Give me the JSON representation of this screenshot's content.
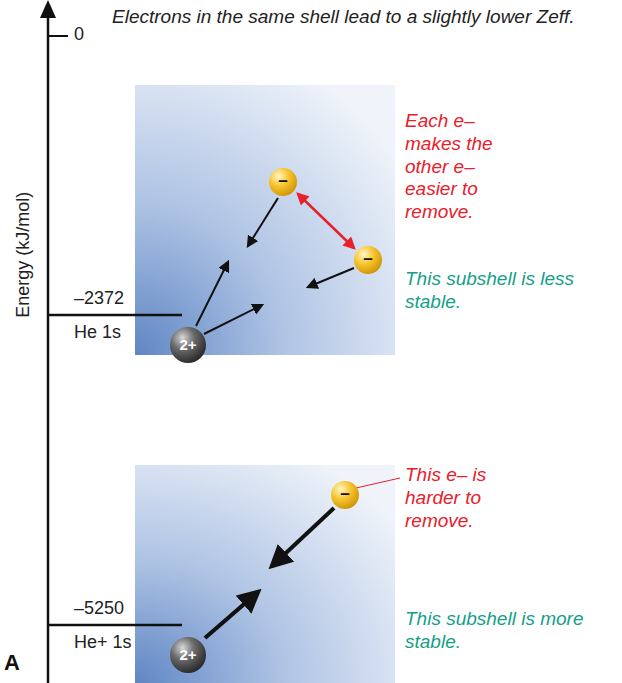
{
  "diagram": {
    "title": "Electrons in the same shell lead to a slightly lower Zeff.",
    "labels": [
      "0",
      "Energy (kJ/mol)",
      "–2372",
      "He 1s",
      "–5250",
      "He+ 1s",
      "Each e– makes the other e– easier to remove.",
      "This subshell is less stable.",
      "This e– is harder to remove.",
      "This subshell is more stable.",
      "2+",
      "2+",
      "–",
      "–",
      "–",
      "A"
    ]
  }
}
